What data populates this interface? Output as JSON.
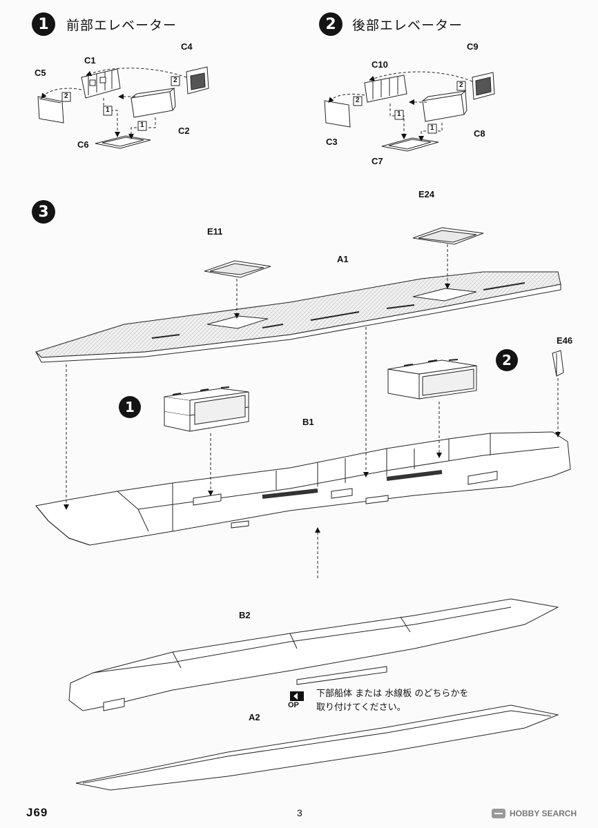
{
  "steps": [
    {
      "number": "1",
      "title": "前部エレベーター"
    },
    {
      "number": "2",
      "title": "後部エレベーター"
    },
    {
      "number": "3",
      "title": ""
    }
  ],
  "parts": {
    "C1": "C1",
    "C2": "C2",
    "C4": "C4",
    "C5": "C5",
    "C6": "C6",
    "C3": "C3",
    "C7": "C7",
    "C8": "C8",
    "C9": "C9",
    "C10": "C10",
    "E11": "E11",
    "E24": "E24",
    "E46": "E46",
    "A1": "A1",
    "A2": "A2",
    "B1": "B1",
    "B2": "B2"
  },
  "sub_steps": {
    "one": "1",
    "two": "2"
  },
  "callouts": {
    "left": "1",
    "right": "2"
  },
  "note": {
    "icon_label": "OP",
    "line1": "下部船体 または 水線板 のどちらかを",
    "line2": "取り付けてください。"
  },
  "footer": {
    "code": "J69",
    "page": "3",
    "watermark": "HOBBY SEARCH"
  }
}
